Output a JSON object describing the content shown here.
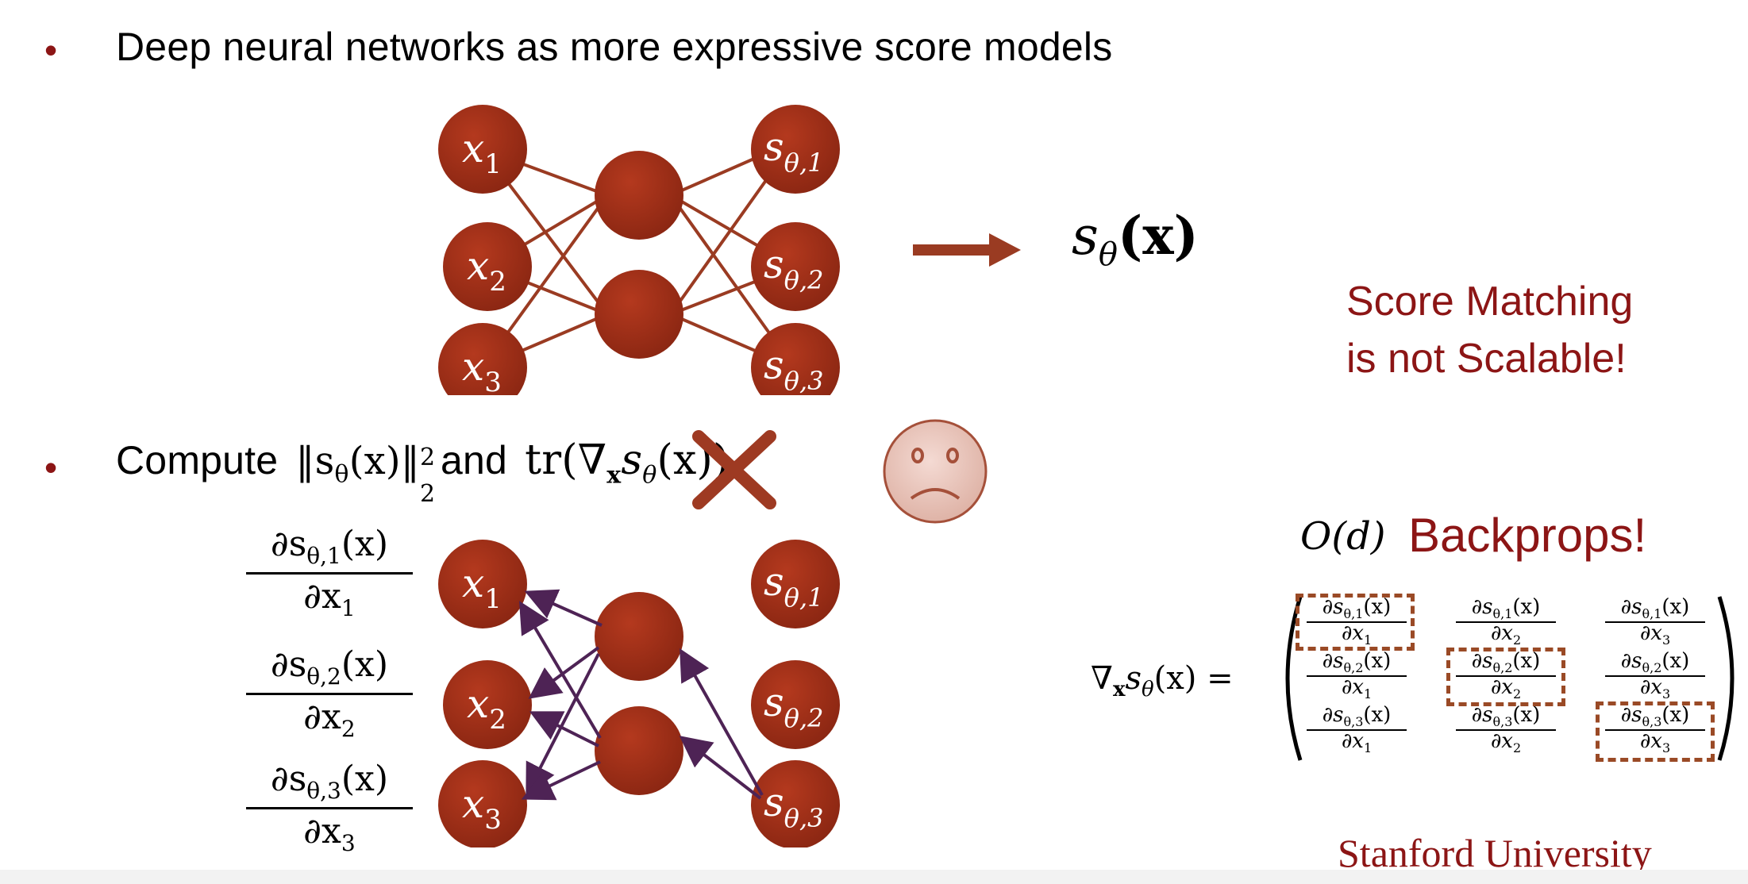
{
  "bullets": {
    "b1": "Deep neural networks as more expressive score models",
    "b2_compute": "Compute",
    "b2_norm": "‖s",
    "b2_norm_sub": "θ",
    "b2_norm_tail": "(x)‖",
    "b2_sup": "2",
    "b2_sub": "2",
    "b2_and": "and",
    "b2_tr": "tr(∇",
    "b2_tr_sub": "x",
    "b2_tr_mid": "s",
    "b2_tr_mid_sub": "θ",
    "b2_tr_tail": "(x))"
  },
  "output": {
    "s": "s",
    "theta": "θ",
    "paren": "(x)"
  },
  "callouts": {
    "line1": "Score Matching",
    "line2": "is not Scalable!",
    "od": "O(d)",
    "backprops": "Backprops!"
  },
  "nodes": {
    "inputs": [
      {
        "base": "x",
        "sub": "1"
      },
      {
        "base": "x",
        "sub": "2"
      },
      {
        "base": "x",
        "sub": "3"
      }
    ],
    "outputs": [
      {
        "base": "s",
        "sub": "θ,1"
      },
      {
        "base": "s",
        "sub": "θ,2"
      },
      {
        "base": "s",
        "sub": "θ,3"
      }
    ]
  },
  "derivatives": [
    {
      "num": "∂s",
      "num_sub": "θ,1",
      "num_tail": "(x)",
      "den": "∂x",
      "den_sub": "1"
    },
    {
      "num": "∂s",
      "num_sub": "θ,2",
      "num_tail": "(x)",
      "den": "∂x",
      "den_sub": "2"
    },
    {
      "num": "∂s",
      "num_sub": "θ,3",
      "num_tail": "(x)",
      "den": "∂x",
      "den_sub": "3"
    }
  ],
  "jacobian": {
    "lhs": "∇",
    "lhs_sub": "x",
    "lhs_tail": "s",
    "lhs_tail_sub": "θ",
    "lhs_end": "(x) =",
    "cells": [
      [
        {
          "i": "1",
          "j": "1"
        },
        {
          "i": "1",
          "j": "2"
        },
        {
          "i": "1",
          "j": "3"
        }
      ],
      [
        {
          "i": "2",
          "j": "1"
        },
        {
          "i": "2",
          "j": "2"
        },
        {
          "i": "2",
          "j": "3"
        }
      ],
      [
        {
          "i": "3",
          "j": "1"
        },
        {
          "i": "3",
          "j": "2"
        },
        {
          "i": "3",
          "j": "3"
        }
      ]
    ]
  },
  "footer": {
    "logo": "Stanford University"
  },
  "colors": {
    "node": "#a33019",
    "node_dark": "#7e2210",
    "edge_top": "#9a3b22",
    "edge_bottom": "#4e2355",
    "stanford": "#8c1515",
    "dashed": "#9a4a26",
    "sad_face": "#e9c7bd"
  },
  "icons": {
    "sad": "sad-face-icon",
    "cross": "x-cross-icon",
    "arrow": "right-arrow-icon"
  }
}
